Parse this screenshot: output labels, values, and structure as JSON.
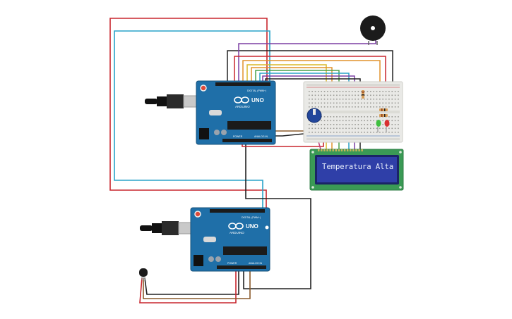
{
  "lcd": {
    "line1": "Temperatura Alta",
    "line2": ""
  },
  "boards": [
    {
      "brand": "ARDUINO",
      "model": "UNO",
      "analog_label": "ANALOG IN",
      "power_label": "POWER",
      "digital_label": "DIGITAL (PWM~)"
    },
    {
      "brand": "ARDUINO",
      "model": "UNO",
      "analog_label": "ANALOG IN",
      "power_label": "POWER",
      "digital_label": "DIGITAL (PWM~)"
    }
  ],
  "colors": {
    "board": "#1f6fa8",
    "board_dark": "#15507a",
    "lcd_frame": "#3a9a55",
    "lcd_screen": "#2f3fa8",
    "lcd_text": "#e8eefc",
    "breadboard": "#e9e9e6",
    "wire_red": "#c8262e",
    "wire_cyan": "#2aa3c9",
    "wire_black": "#222222",
    "wire_purple": "#7c3ea3",
    "wire_orange": "#e0922b",
    "wire_yellow": "#d9b82a",
    "wire_green": "#4aa14a",
    "wire_brown": "#8a5a2b",
    "wire_pink": "#c0417c"
  },
  "components": {
    "buzzer": "piezo-buzzer",
    "potentiometer": "potentiometer",
    "temp_sensor": "temperature-sensor",
    "leds": [
      "green-led",
      "red-led"
    ]
  }
}
